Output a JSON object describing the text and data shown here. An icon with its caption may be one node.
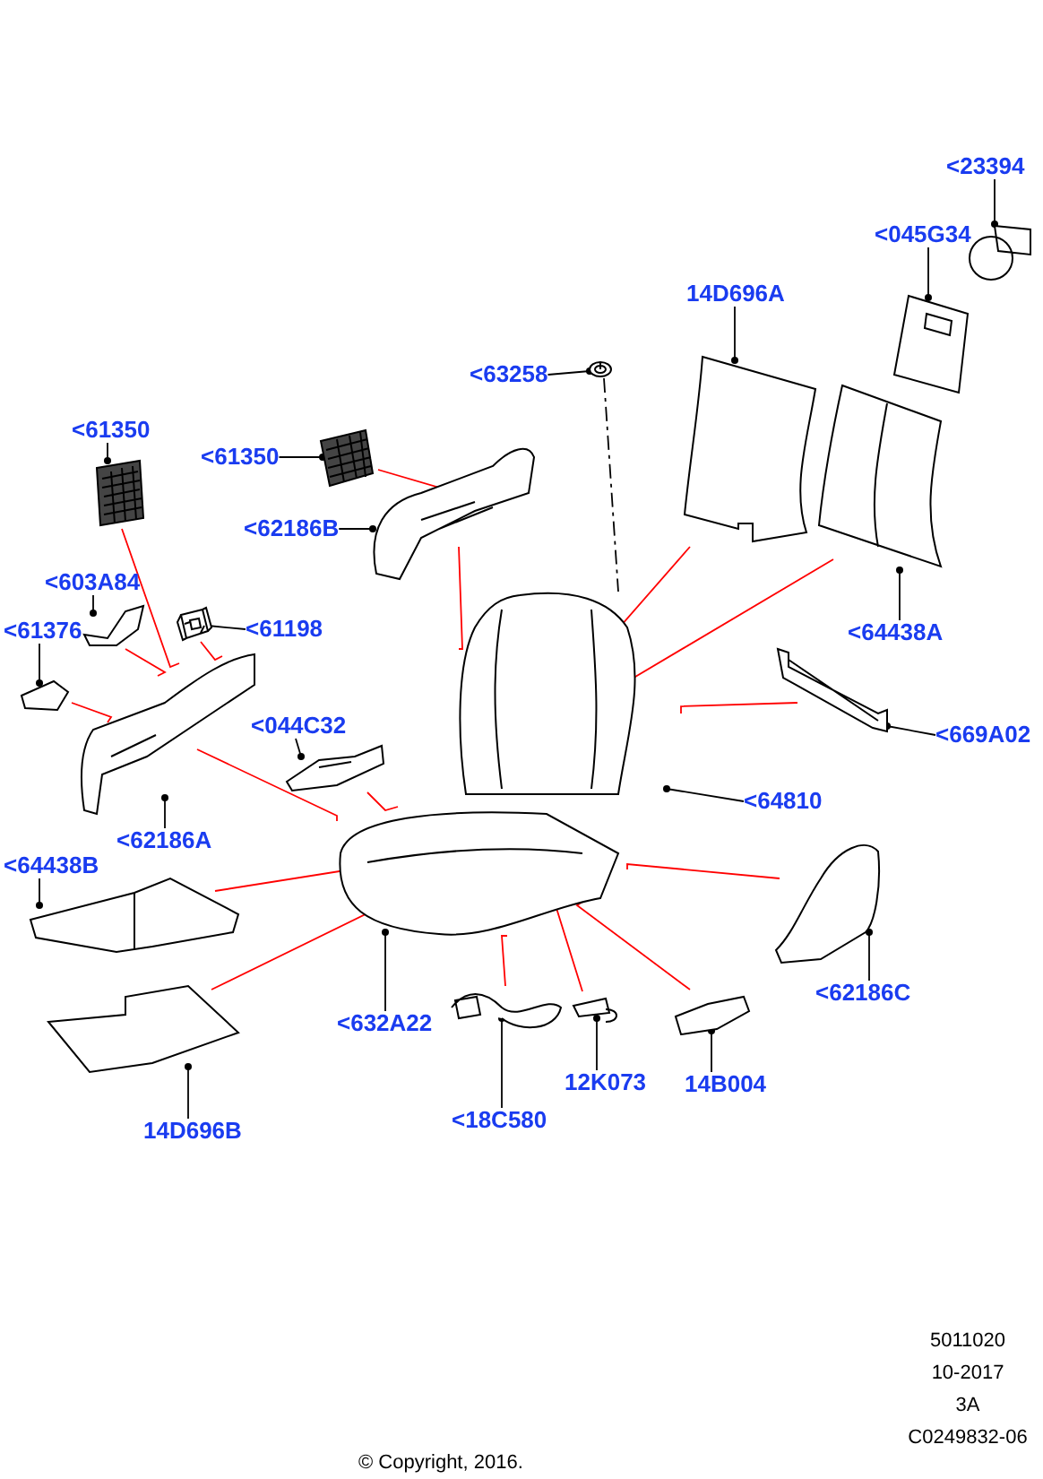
{
  "diagram": {
    "nodes": [
      {
        "text": [
          "<61350"
        ]
      },
      {
        "text": [
          "<61350"
        ]
      },
      {
        "text": [
          "<62186B"
        ]
      },
      {
        "text": [
          "<63258"
        ]
      },
      {
        "text": [
          "14D696A"
        ]
      },
      {
        "text": [
          "<045G34"
        ]
      },
      {
        "text": [
          "<23394"
        ]
      },
      {
        "text": [
          "<64438A"
        ]
      },
      {
        "text": [
          "<603A84"
        ]
      },
      {
        "text": [
          "<61198"
        ]
      },
      {
        "text": [
          "<61376"
        ]
      },
      {
        "text": [
          "<044C32"
        ]
      },
      {
        "text": [
          "<62186A"
        ]
      },
      {
        "text": [
          "<669A02"
        ]
      },
      {
        "text": [
          "<64810"
        ]
      },
      {
        "text": [
          "<64438B"
        ]
      },
      {
        "text": [
          "<632A22"
        ]
      },
      {
        "text": [
          "14D696B"
        ]
      },
      {
        "text": [
          "<62186C"
        ]
      },
      {
        "text": [
          "<18C580"
        ]
      },
      {
        "text": [
          "12K073"
        ]
      },
      {
        "text": [
          "14B004"
        ]
      },
      {
        "text": [],
        "shape": "picture"
      },
      {
        "text": [],
        "shape": "picture"
      },
      {
        "text": [],
        "shape": "picture"
      },
      {
        "text": [],
        "shape": "picture"
      },
      {
        "text": [],
        "shape": "picture"
      },
      {
        "text": [],
        "shape": "picture"
      },
      {
        "text": [],
        "shape": "picture"
      },
      {
        "text": [],
        "shape": "picture"
      },
      {
        "text": [],
        "shape": "picture"
      },
      {
        "text": [],
        "shape": "picture"
      },
      {
        "text": [],
        "shape": "picture"
      },
      {
        "text": [],
        "shape": "picture"
      },
      {
        "text": [],
        "shape": "picture"
      },
      {
        "text": [],
        "shape": "picture"
      },
      {
        "text": [],
        "shape": "picture"
      },
      {
        "text": [],
        "shape": "picture"
      },
      {
        "text": [],
        "shape": "picture"
      },
      {
        "text": [],
        "shape": "picture"
      },
      {
        "text": [],
        "shape": "picture"
      },
      {
        "text": [],
        "shape": "picture"
      },
      {
        "text": [],
        "shape": "picture"
      },
      {
        "text": [],
        "shape": "picture"
      }
    ],
    "edges": [
      {
        "from": 0,
        "to": 22,
        "arrow": "other"
      },
      {
        "from": 1,
        "to": 23,
        "arrow": "other"
      },
      {
        "from": 2,
        "to": 24,
        "arrow": "other"
      },
      {
        "from": 3,
        "to": 25,
        "arrow": "other"
      },
      {
        "from": 4,
        "to": 26,
        "arrow": "other"
      },
      {
        "from": 5,
        "to": 27,
        "arrow": "other"
      },
      {
        "from": 6,
        "to": 28,
        "arrow": "other"
      },
      {
        "from": 7,
        "to": 29,
        "arrow": "other"
      },
      {
        "from": 8,
        "to": 30,
        "arrow": "other"
      },
      {
        "from": 9,
        "to": 31,
        "arrow": "other"
      },
      {
        "from": 10,
        "to": 32,
        "arrow": "other"
      },
      {
        "from": 11,
        "to": 33,
        "arrow": "other"
      },
      {
        "from": 12,
        "to": 34,
        "arrow": "other"
      },
      {
        "from": 13,
        "to": 35,
        "arrow": "other"
      },
      {
        "from": 14,
        "to": 36,
        "arrow": "other"
      },
      {
        "from": 15,
        "to": 37,
        "arrow": "other"
      },
      {
        "from": 16,
        "to": 38,
        "arrow": "other"
      },
      {
        "from": 17,
        "to": 39,
        "arrow": "other"
      },
      {
        "from": 18,
        "to": 40,
        "arrow": "other"
      },
      {
        "from": 19,
        "to": 41,
        "arrow": "other"
      },
      {
        "from": 20,
        "to": 42,
        "arrow": "other"
      },
      {
        "from": 21,
        "to": 43,
        "arrow": "other"
      },
      {
        "from": 22,
        "to": 34,
        "arrow": "none",
        "color": "#ff0000"
      },
      {
        "from": 30,
        "to": 34,
        "arrow": "none",
        "color": "#ff0000"
      },
      {
        "from": 31,
        "to": 34,
        "arrow": "none",
        "color": "#ff0000"
      },
      {
        "from": 32,
        "to": 34,
        "arrow": "none",
        "color": "#ff0000"
      },
      {
        "from": 34,
        "to": 38,
        "arrow": "none",
        "color": "#ff0000"
      },
      {
        "from": 33,
        "to": 38,
        "arrow": "none",
        "color": "#ff0000"
      },
      {
        "from": 23,
        "to": 24,
        "arrow": "none",
        "color": "#ff0000"
      },
      {
        "from": 24,
        "to": 36,
        "arrow": "none",
        "color": "#ff0000"
      },
      {
        "from": 26,
        "to": 36,
        "arrow": "none",
        "color": "#ff0000"
      },
      {
        "from": 29,
        "to": 36,
        "arrow": "none",
        "color": "#ff0000"
      },
      {
        "from": 35,
        "to": 36,
        "arrow": "none",
        "color": "#ff0000"
      },
      {
        "from": 25,
        "to": 36,
        "arrow": "none",
        "style": "dashed"
      },
      {
        "from": 37,
        "to": 38,
        "arrow": "none",
        "color": "#ff0000"
      },
      {
        "from": 39,
        "to": 38,
        "arrow": "none",
        "color": "#ff0000"
      },
      {
        "from": 40,
        "to": 38,
        "arrow": "none",
        "color": "#ff0000"
      },
      {
        "from": 41,
        "to": 38,
        "arrow": "none",
        "color": "#ff0000"
      },
      {
        "from": 42,
        "to": 38,
        "arrow": "none",
        "color": "#ff0000"
      },
      {
        "from": 43,
        "to": 38,
        "arrow": "none",
        "color": "#ff0000"
      }
    ],
    "labels": [
      "5011020",
      "10-2017",
      "3A",
      "C0249832-06",
      "© Copyright, 2016."
    ]
  }
}
